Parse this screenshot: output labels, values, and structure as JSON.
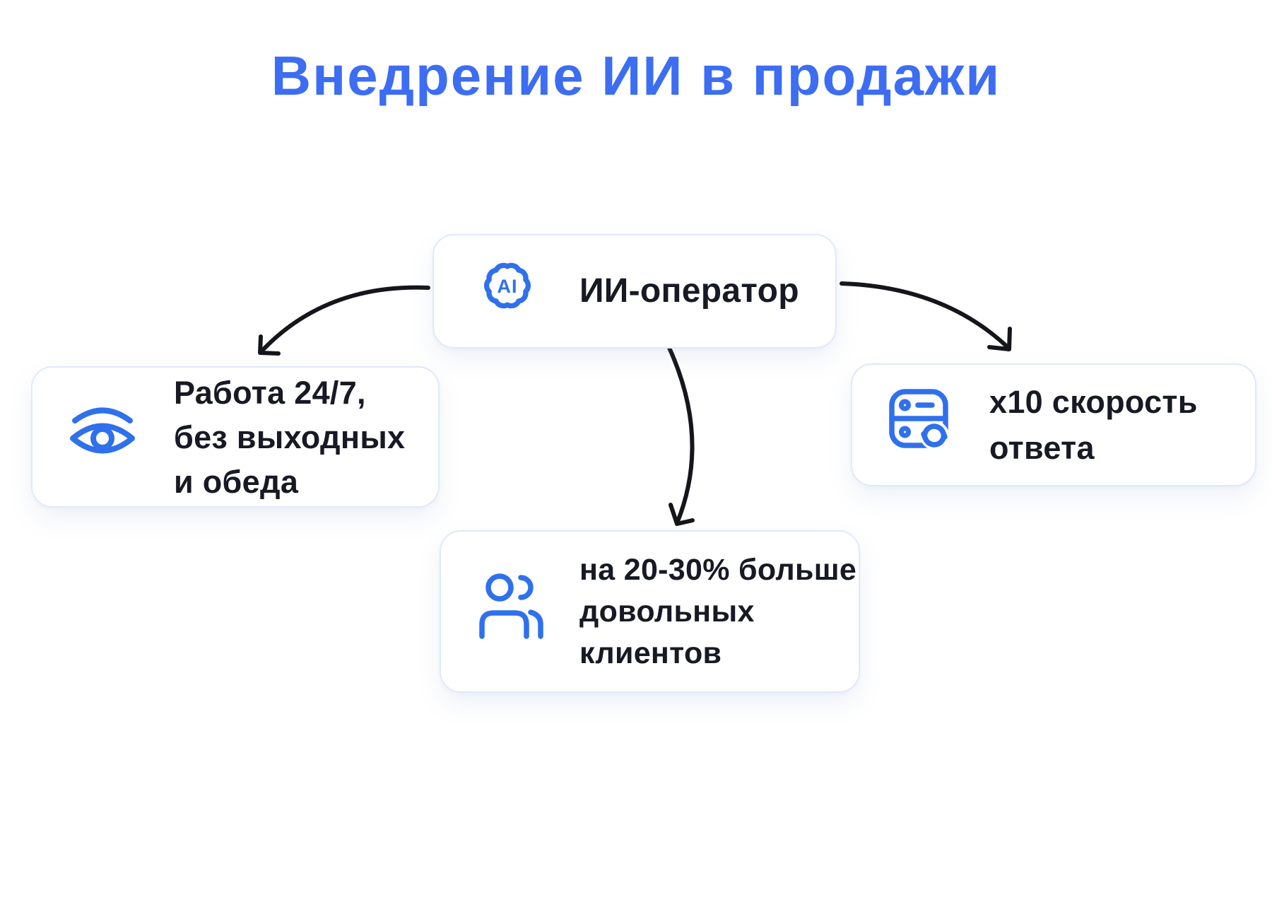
{
  "title": "Внедрение ИИ в продажи",
  "diagram": {
    "center": {
      "label": "ИИ-оператор",
      "icon": "ai-badge-icon",
      "icon_text": "AI"
    },
    "benefits": {
      "availability": {
        "icon": "eye-icon",
        "line1": "Работа 24/7,",
        "line2": "без выходных",
        "line3": "и обеда"
      },
      "speed": {
        "icon": "server-sync-icon",
        "line1": "x10 скорость",
        "line2": "ответа"
      },
      "satisfaction": {
        "icon": "people-icon",
        "line1": "на 20-30% больше",
        "line2": "довольных",
        "line3": "клиентов"
      }
    }
  },
  "colors": {
    "title_blue": "#3C6DF2",
    "icon_blue": "#2F70EC",
    "text_dark": "#171A24",
    "arrow": "#15161C",
    "card_border": "#E1E9FA",
    "card_bg": "#FFFFFF",
    "page_bg": "#FFFFFF"
  }
}
